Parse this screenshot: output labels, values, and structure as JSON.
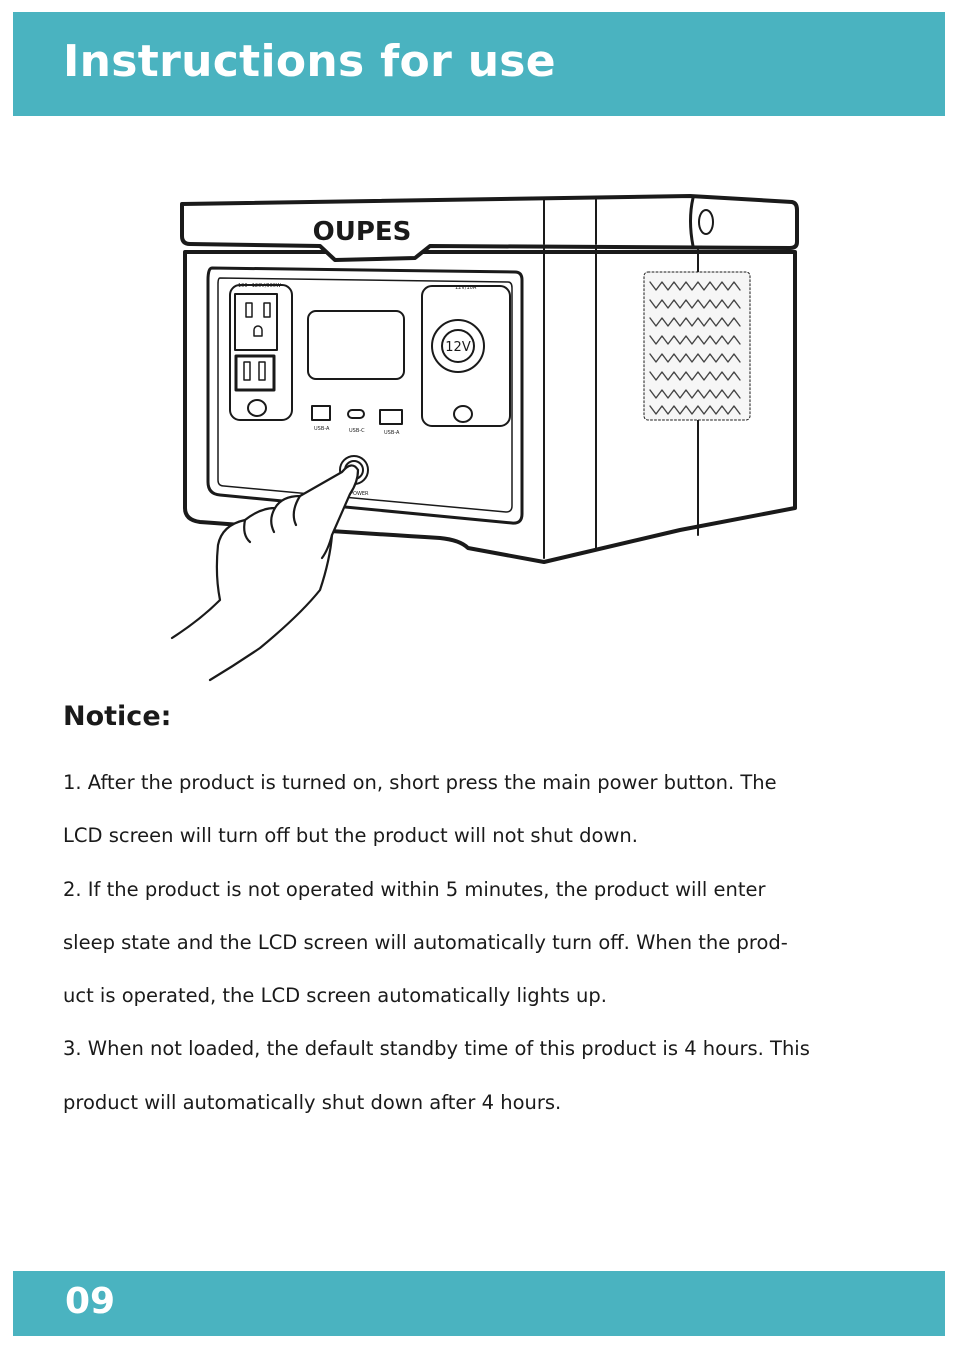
{
  "header": {
    "title": "Instructions for use"
  },
  "device": {
    "brand_logo": "OUPES",
    "port_labels": {
      "ac": "100~120V/300W",
      "car": "12V/10A",
      "car_socket": "12V",
      "usb_a_left": "USB-A",
      "usb_c": "USB-C",
      "usb_a_right": "USB-A",
      "power": "POWER"
    },
    "icons": [
      "power-station-icon",
      "hand-pressing-icon"
    ]
  },
  "notice": {
    "title": "Notice:",
    "lines": [
      "1. After the product is turned on, short press the main power button. The",
      "LCD screen will turn off but the product will not shut down.",
      "2. If the product is not operated within 5 minutes, the product will enter",
      "sleep state and the LCD screen will automatically turn off. When the prod-",
      "uct is operated, the LCD screen automatically lights up.",
      "3. When not loaded, the default standby time of this product is 4 hours. This",
      "product will automatically shut down after 4 hours."
    ]
  },
  "footer": {
    "page_number": "09"
  },
  "colors": {
    "accent": "#4ab3c0",
    "text": "#1a1a1a",
    "background": "#ffffff"
  }
}
